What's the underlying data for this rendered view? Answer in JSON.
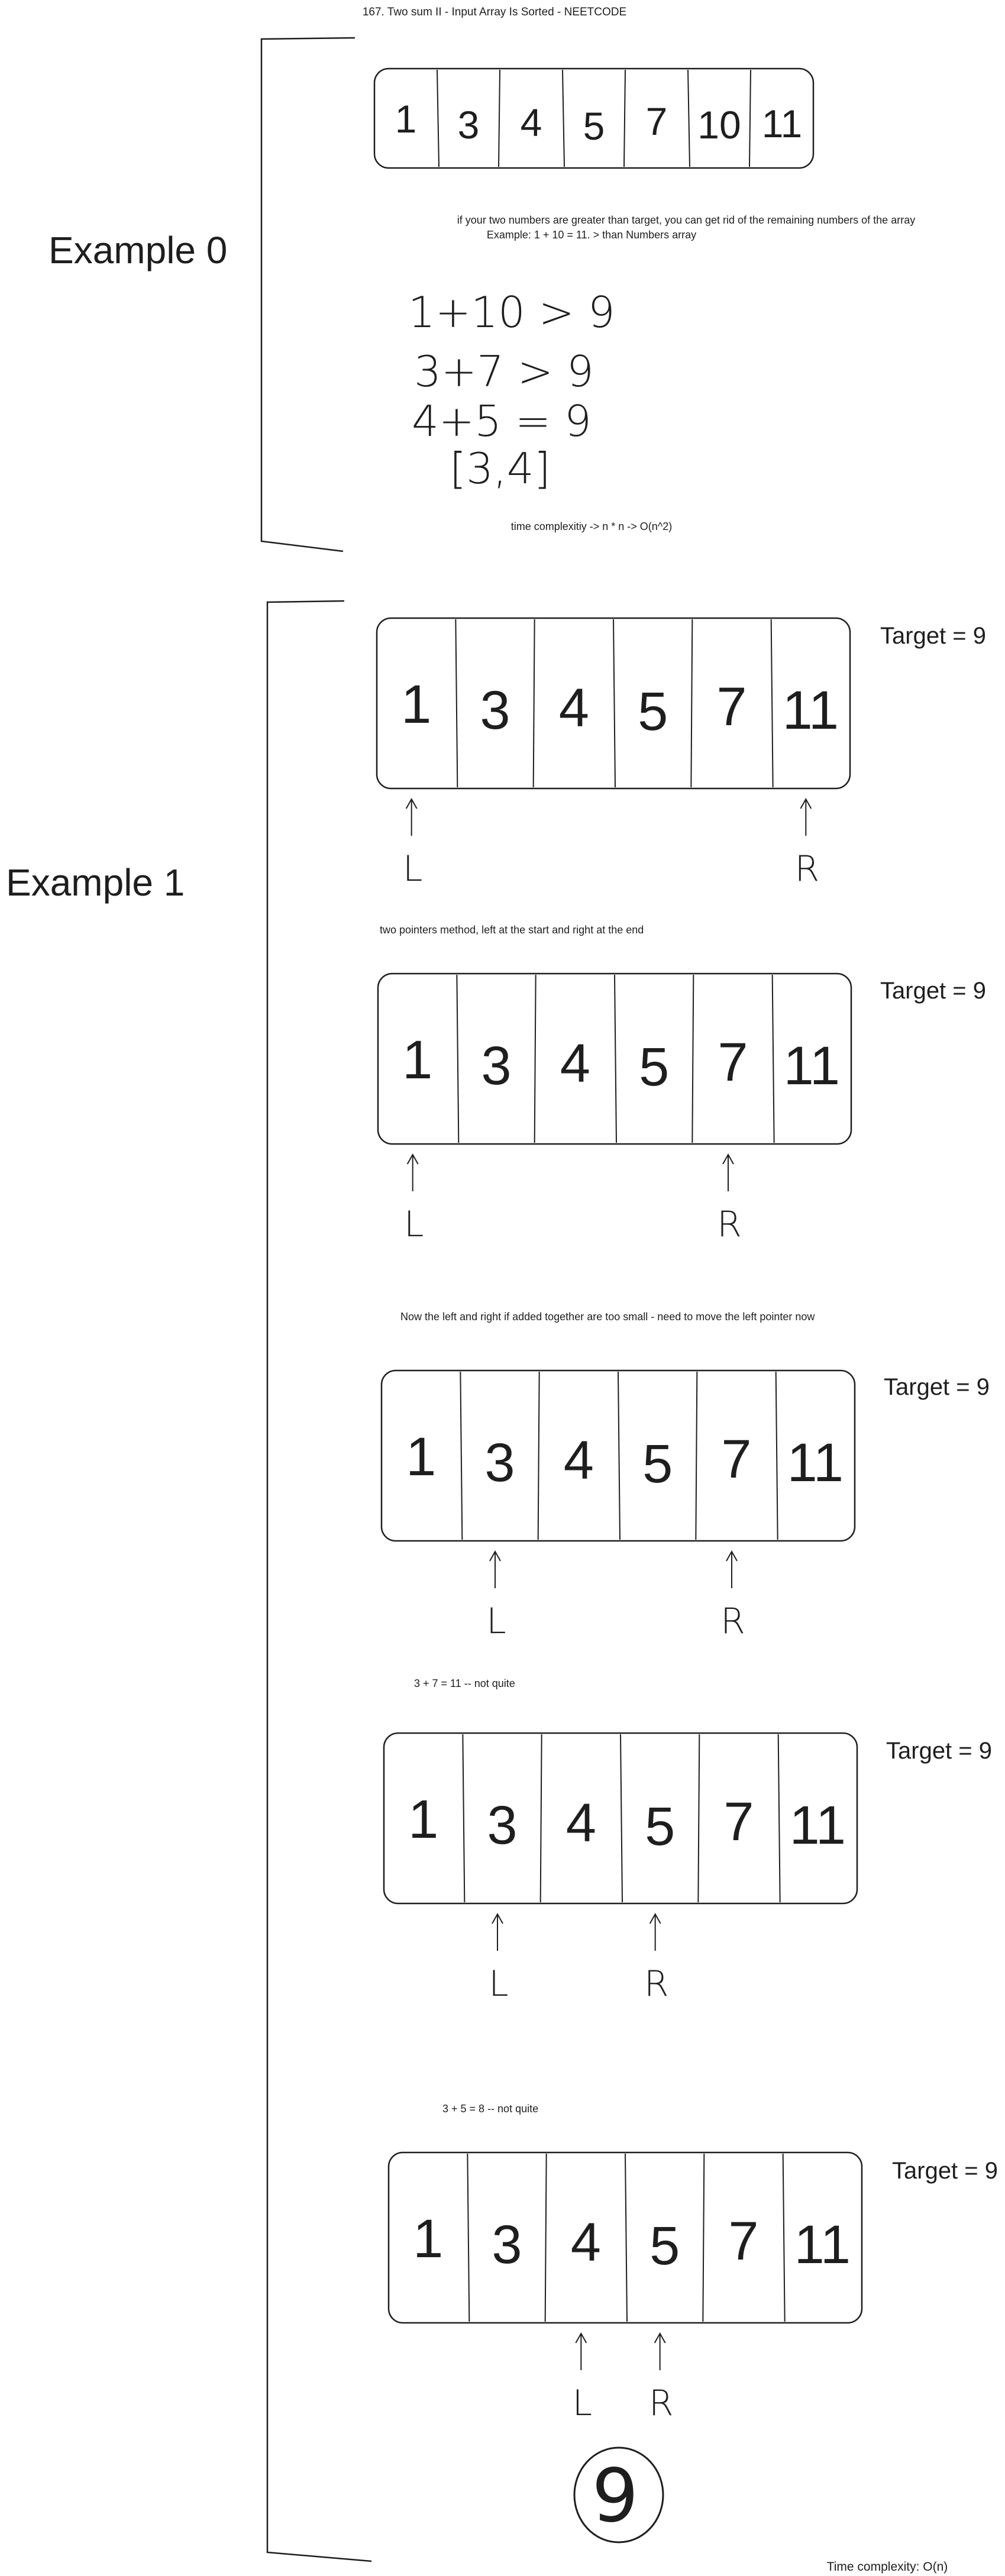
{
  "title": "167. Two sum II - Input Array Is Sorted - NEETCODE",
  "example0": {
    "label": "Example 0",
    "array": [
      "1",
      "3",
      "4",
      "5",
      "7",
      "10",
      "11"
    ],
    "note_line1": "if your two numbers are greater than target, you can get rid of the remaining numbers of the array",
    "note_line2": "Example: 1 + 10 = 11. > than Numbers array",
    "handwritten": [
      "1+10 > 9",
      "3+7 > 9",
      "4+5 = 9",
      "[3,4]"
    ],
    "complexity": "time complexitiy -> n * n -> O(n^2)"
  },
  "example1": {
    "label": "Example 1",
    "steps": [
      {
        "array": [
          "1",
          "3",
          "4",
          "5",
          "7",
          "11"
        ],
        "target": "Target = 9",
        "left_label": "L",
        "right_label": "R",
        "left_index": 0,
        "right_index": 5,
        "note": "two pointers method, left at the start and right at the end"
      },
      {
        "array": [
          "1",
          "3",
          "4",
          "5",
          "7",
          "11"
        ],
        "target": "Target = 9",
        "left_label": "L",
        "right_label": "R",
        "left_index": 0,
        "right_index": 4,
        "note": "Now the left and right if added together are too small - need to move the left pointer now"
      },
      {
        "array": [
          "1",
          "3",
          "4",
          "5",
          "7",
          "11"
        ],
        "target": "Target = 9",
        "left_label": "L",
        "right_label": "R",
        "left_index": 1,
        "right_index": 4,
        "note": "3 + 7 = 11 -- not quite"
      },
      {
        "array": [
          "1",
          "3",
          "4",
          "5",
          "7",
          "11"
        ],
        "target": "Target = 9",
        "left_label": "L",
        "right_label": "R",
        "left_index": 1,
        "right_index": 3,
        "note": "3 + 5 = 8 -- not quite"
      },
      {
        "array": [
          "1",
          "3",
          "4",
          "5",
          "7",
          "11"
        ],
        "target": "Target = 9",
        "left_label": "L",
        "right_label": "R",
        "left_index": 2,
        "right_index": 3,
        "note": ""
      }
    ],
    "result": "9",
    "complexity": "Time complexity: O(n)"
  }
}
